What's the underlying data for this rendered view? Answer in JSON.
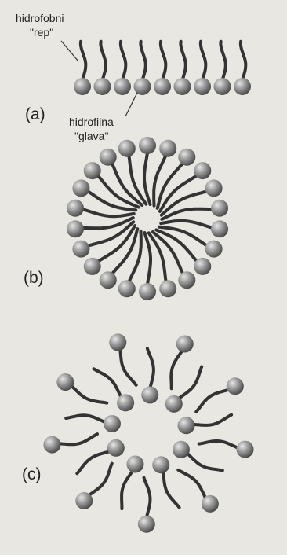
{
  "figure": {
    "background": "#e9e7e2",
    "head_color": "#8e8e8e",
    "tail_color": "#333333",
    "labels": {
      "tail_line1": "hidrofobni",
      "tail_line2": "\"rep\"",
      "head_line1": "hidrofilna",
      "head_line2": "\"glava\"",
      "panel_a": "(a)",
      "panel_b": "(b)",
      "panel_c": "(c)"
    },
    "panels": [
      {
        "id": "a",
        "structure": "monolayer",
        "molecule_count": 9
      },
      {
        "id": "b",
        "structure": "micelle",
        "molecule_count": 22
      },
      {
        "id": "c",
        "structure": "dispersed",
        "molecule_count": 18
      }
    ]
  }
}
